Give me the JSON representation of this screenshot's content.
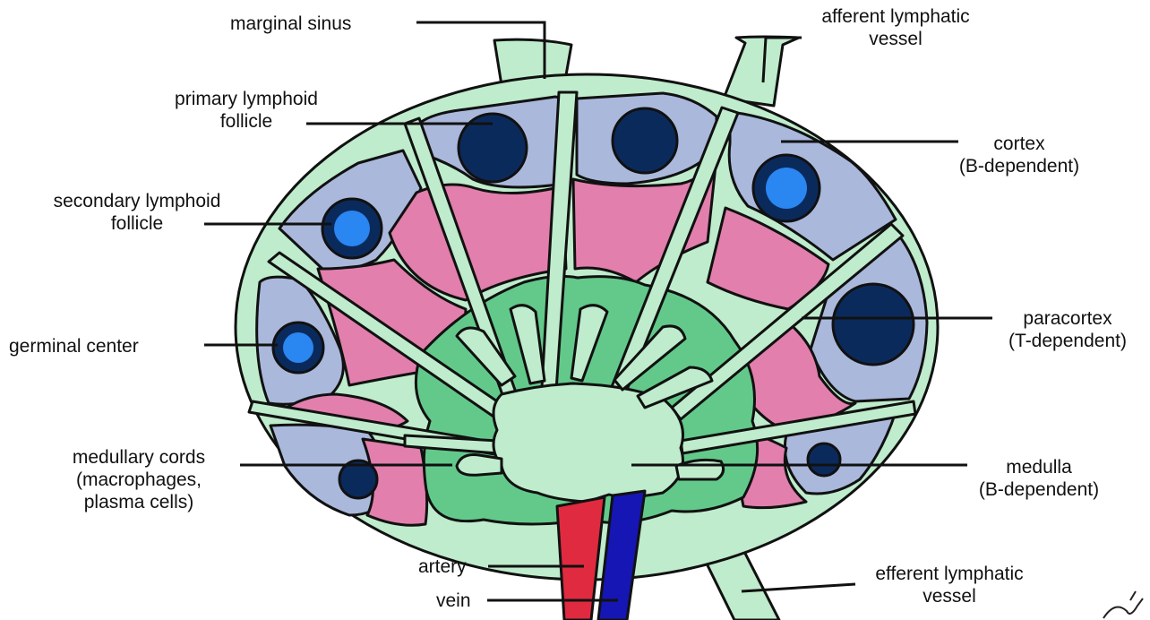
{
  "labels": {
    "marginal_sinus": [
      "marginal sinus"
    ],
    "afferent_vessel": [
      "afferent lymphatic",
      "vessel"
    ],
    "primary_follicle": [
      "primary lymphoid",
      "follicle"
    ],
    "cortex": [
      "cortex",
      "(B-dependent)"
    ],
    "secondary_follicle": [
      "secondary lymphoid",
      "follicle"
    ],
    "paracortex": [
      "paracortex",
      "(T-dependent)"
    ],
    "germinal_center": [
      "germinal center"
    ],
    "medullary_cords": [
      "medullary cords",
      "(macrophages,",
      "plasma cells)"
    ],
    "medulla": [
      "medulla",
      "(B-dependent)"
    ],
    "artery": [
      "artery"
    ],
    "vein": [
      "vein"
    ],
    "efferent_vessel": [
      "efferent lymphatic",
      "vessel"
    ]
  },
  "colors": {
    "capsule": "#bfeccc",
    "cortex": "#aab8dc",
    "paracortex": "#e27fad",
    "cords": "#63c98a",
    "follicle_dark": "#0b2a5c",
    "germinal_light": "#2a86f0",
    "artery": "#e02a40",
    "vein": "#1616b4",
    "outline": "#111111"
  }
}
